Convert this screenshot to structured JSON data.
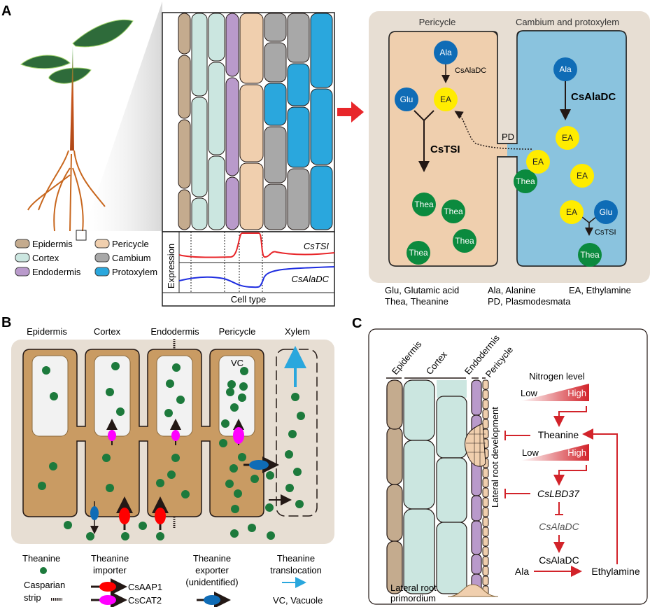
{
  "panels": {
    "a": {
      "label": "A",
      "legend": [
        {
          "name": "Epidermis",
          "color": "#c4ab8e"
        },
        {
          "name": "Cortex",
          "color": "#cbe6e0"
        },
        {
          "name": "Endodermis",
          "color": "#b99acb"
        },
        {
          "name": "Pericycle",
          "color": "#f0cfae"
        },
        {
          "name": "Cambium",
          "color": "#a8a8a8"
        },
        {
          "name": "Protoxylem",
          "color": "#2aa7dd"
        }
      ],
      "expression_plot": {
        "ylabel": "Expression",
        "xlabel": "Cell type",
        "genes": [
          {
            "name": "CsTSI",
            "color": "#e8262a"
          },
          {
            "name": "CsAlaDC",
            "color": "#1f2ee0"
          }
        ]
      },
      "pathway": {
        "left_title": "Pericycle",
        "right_title": "Cambium and protoxylem",
        "pd_label": "PD",
        "left": {
          "ala": "Ala",
          "enzyme_small": "CsAlaDC",
          "glu": "Glu",
          "ea": "EA",
          "enzyme_bold": "CsTSI",
          "thea": [
            "Thea",
            "Thea",
            "Thea",
            "Thea",
            "Thea"
          ]
        },
        "right": {
          "ala": "Ala",
          "enzyme_bold": "CsAlaDC",
          "ea": [
            "EA",
            "EA",
            "EA",
            "EA"
          ],
          "glu": "Glu",
          "enzyme_small": "CsTSI",
          "thea": "Thea"
        },
        "colors": {
          "ala_glu": "#0f6cb6",
          "ea": "#ffec00",
          "thea": "#0b8a3e",
          "left_bg": "#efcfae",
          "right_bg": "#8ac3de",
          "panel_bg": "#e7ded3"
        }
      },
      "abbreviations": [
        "Glu, Glutamic acid",
        "Ala, Alanine",
        "EA, Ethylamine",
        "Thea, Theanine",
        "PD, Plasmodesmata"
      ]
    },
    "b": {
      "label": "B",
      "columns": [
        "Epidermis",
        "Cortex",
        "Endodermis",
        "Pericycle",
        "Xylem"
      ],
      "vacuole_label": "VC",
      "legend": {
        "theanine": "Theanine",
        "casparian": [
          "Casparian",
          "strip"
        ],
        "importer": [
          "Theanine",
          "importer"
        ],
        "importer_items": [
          {
            "name": "CsAAP1",
            "color": "#ff0000"
          },
          {
            "name": "CsCAT2",
            "color": "#ff00ff"
          }
        ],
        "exporter": [
          "Theanine",
          "exporter",
          "(unidentified)"
        ],
        "translocation": [
          "Theanine",
          "translocation"
        ],
        "vc": "VC, Vacuole"
      }
    },
    "c": {
      "label": "C",
      "tissues": [
        "Epidermis",
        "Cortex",
        "Endodermis",
        "Pericycle"
      ],
      "side_label": "Lateral root development",
      "primordium": [
        "Lateral root",
        "primordium"
      ],
      "nitrogen_label": "Nitrogen level",
      "low": "Low",
      "high": "High",
      "theanine": "Theanine",
      "lbd": "CsLBD37",
      "aladc_gene": "CsAlaDC",
      "aladc_enzyme": "CsAlaDC",
      "ala": "Ala",
      "ethylamine": "Ethylamine",
      "accent": "#d2232a"
    }
  }
}
